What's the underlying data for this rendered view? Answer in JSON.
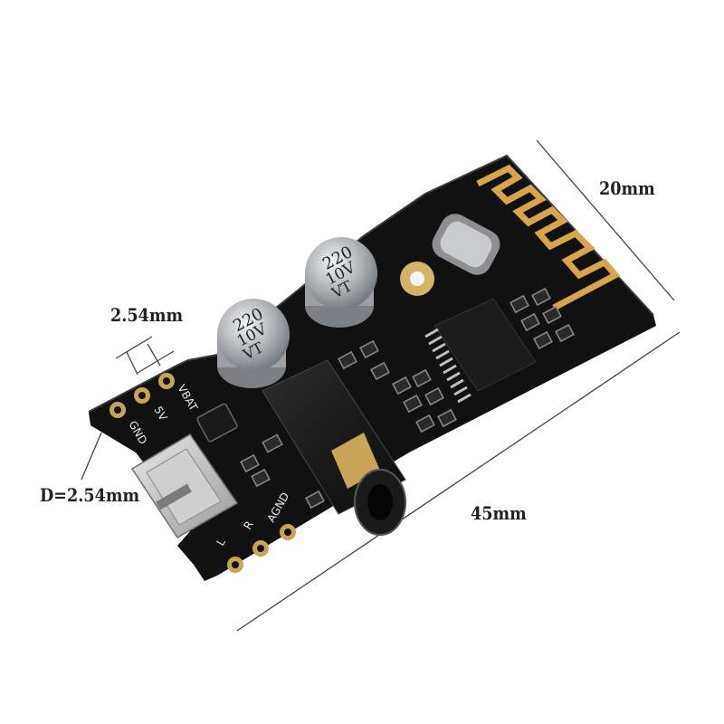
{
  "dimensions": {
    "width": "20mm",
    "length": "45mm",
    "pin_pitch": "2.54mm",
    "hole_spacing": "D=2.54mm"
  },
  "silkscreen": {
    "power_header": [
      "VBAT",
      "5V",
      "GND"
    ],
    "audio_header": [
      "L",
      "R",
      "AGND"
    ]
  },
  "capacitors": [
    {
      "value": "220",
      "voltage": "10V",
      "series": "VT"
    },
    {
      "value": "220",
      "voltage": "10V",
      "series": "VT"
    }
  ],
  "colors": {
    "pcb": "#111111",
    "antenna_trace": "#d9a54a",
    "capacitor": "#b9bcbf",
    "pads": "#c8a45a"
  }
}
